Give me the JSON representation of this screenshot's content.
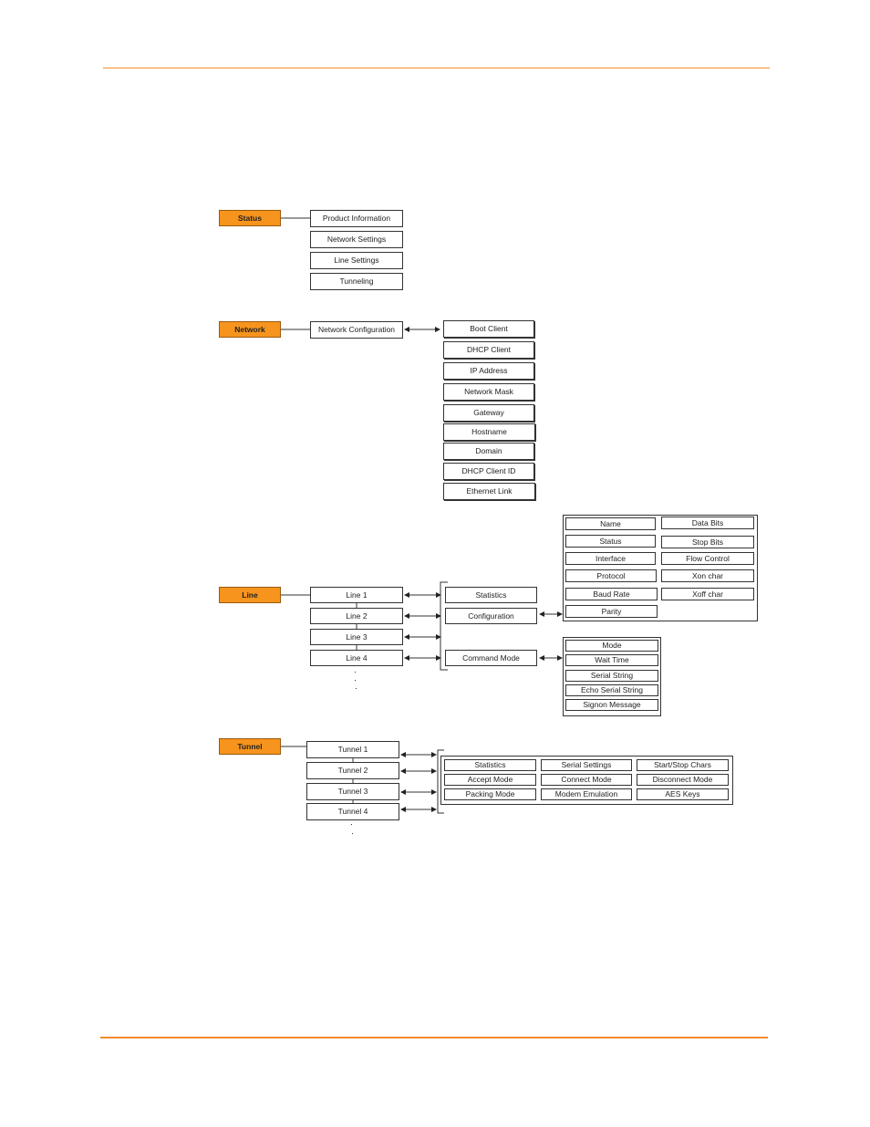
{
  "accent_color": "#f7941d",
  "status": {
    "label": "Status",
    "items": [
      "Product Information",
      "Network Settings",
      "Line Settings",
      "Tunneling"
    ]
  },
  "network": {
    "label": "Network",
    "config": "Network Configuration",
    "items": [
      "Boot Client",
      "DHCP Client",
      "IP Address",
      "Network Mask",
      "Gateway",
      "Hostname",
      "Domain",
      "DHCP Client ID",
      "Ethernet Link"
    ]
  },
  "line": {
    "label": "Line",
    "lines": [
      "Line 1",
      "Line 2",
      "Line 3",
      "Line 4"
    ],
    "sub": [
      "Statistics",
      "Configuration",
      "Command Mode"
    ],
    "config_left": [
      "Name",
      "Status",
      "Interface",
      "Protocol",
      "Baud Rate",
      "Parity"
    ],
    "config_right": [
      "Data Bits",
      "Stop Bits",
      "Flow Control",
      "Xon char",
      "Xoff char"
    ],
    "command": [
      "Mode",
      "Wait Time",
      "Serial String",
      "Echo Serial String",
      "Signon Message"
    ]
  },
  "tunnel": {
    "label": "Tunnel",
    "tunnels": [
      "Tunnel 1",
      "Tunnel 2",
      "Tunnel 3",
      "Tunnel 4"
    ],
    "col1": [
      "Statistics",
      "Accept Mode",
      "Packing Mode"
    ],
    "col2": [
      "Serial Settings",
      "Connect Mode",
      "Modem Emulation"
    ],
    "col3": [
      "Start/Stop Chars",
      "Disconnect Mode",
      "AES Keys"
    ]
  }
}
